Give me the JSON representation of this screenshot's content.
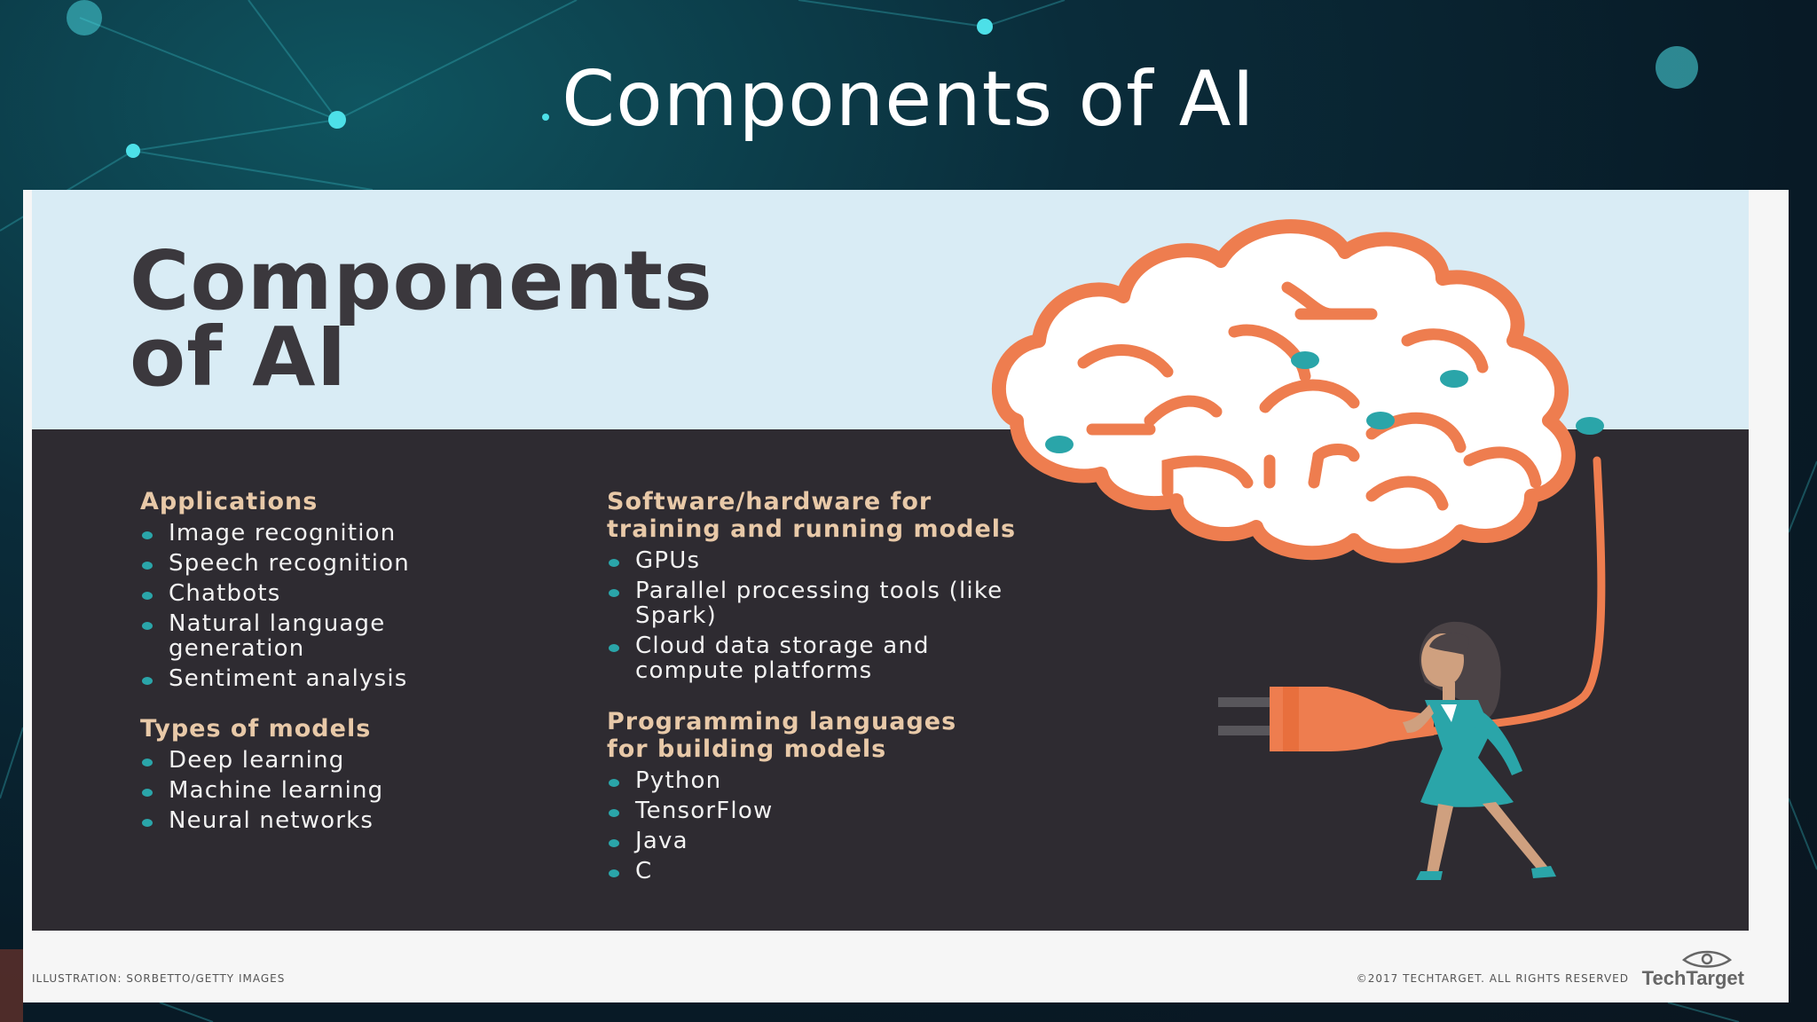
{
  "slide": {
    "title": "Components of AI"
  },
  "infographic": {
    "heading_line1": "Components",
    "heading_line2": "of AI",
    "applications": {
      "title": "Applications",
      "items": [
        "Image recognition",
        "Speech recognition",
        "Chatbots",
        "Natural language generation",
        "Sentiment analysis"
      ]
    },
    "types_of_models": {
      "title": "Types of models",
      "items": [
        "Deep learning",
        "Machine learning",
        "Neural networks"
      ]
    },
    "software_hardware": {
      "title_line1": "Software/hardware for",
      "title_line2": "training and running models",
      "items": [
        "GPUs",
        "Parallel processing tools (like Spark)",
        "Cloud data storage and compute platforms"
      ]
    },
    "programming_languages": {
      "title_line1": "Programming languages",
      "title_line2": "for building models",
      "items": [
        "Python",
        "TensorFlow",
        "Java",
        "C"
      ]
    },
    "credit_left": "ILLUSTRATION: SORBETTO/GETTY IMAGES",
    "credit_right": "©2017 TECHTARGET. ALL RIGHTS RESERVED",
    "brand": "TechTarget"
  },
  "colors": {
    "accent_orange": "#ee7d4f",
    "accent_teal": "#2aa5a9",
    "dark_panel": "#2e2b31",
    "light_panel": "#d9ecf5",
    "heading_beige": "#e8c9a8"
  },
  "icons": {
    "brain": "brain-illustration",
    "plug": "plug-illustration",
    "person": "woman-holding-plug-illustration",
    "brand_eye": "techtarget-eye-icon"
  }
}
